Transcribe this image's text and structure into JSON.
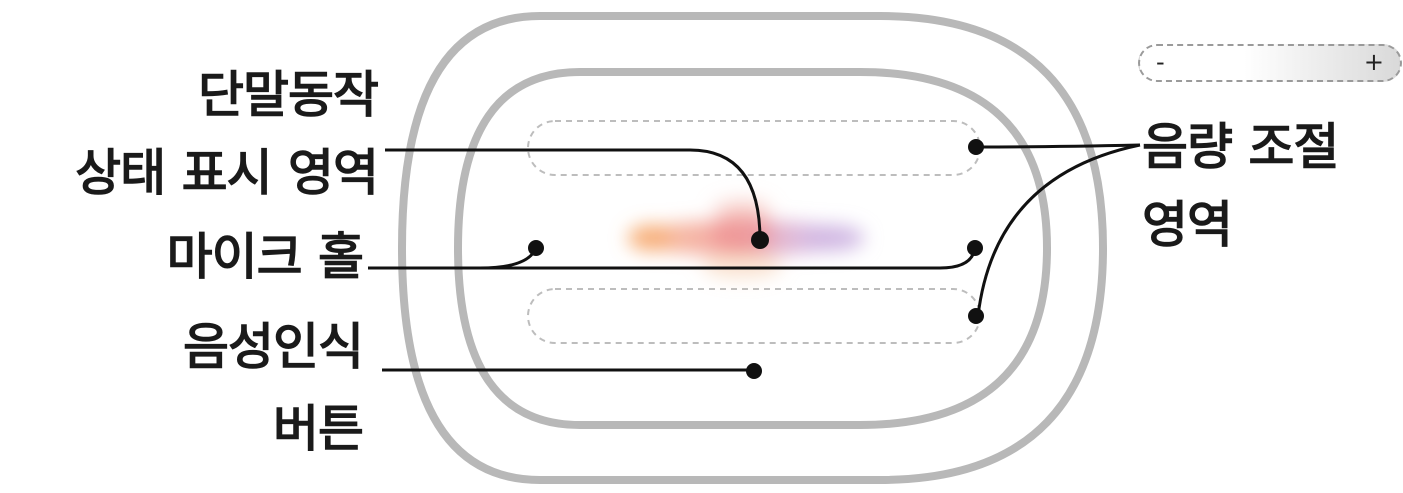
{
  "labels": {
    "status_line1": "단말동작",
    "status_line2": "상태 표시 영역",
    "mic": "마이크 홀",
    "voice_line1": "음성인식",
    "voice_line2": "버튼",
    "volume_line1": "음량 조절",
    "volume_line2": "영역"
  },
  "volume_indicator": {
    "minus": "-",
    "plus": "+"
  },
  "colors": {
    "outline": "#b8b8b8",
    "dashed": "#bdbdbd",
    "leader": "#111111",
    "text": "#1a1a1a",
    "led_orange": "#f7a86b",
    "led_pink": "#ec8a9a",
    "led_violet": "#c8aee0"
  }
}
